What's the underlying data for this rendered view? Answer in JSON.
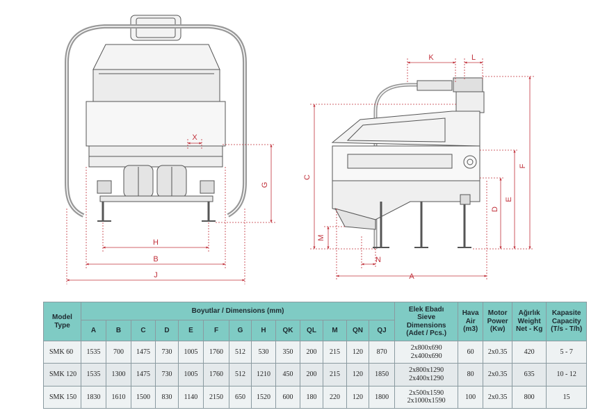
{
  "drawing": {
    "front_labels": [
      "X",
      "G",
      "H",
      "B",
      "J"
    ],
    "side_labels": [
      "K",
      "L",
      "C",
      "F",
      "E",
      "D",
      "M",
      "N",
      "A"
    ]
  },
  "table": {
    "header": {
      "model": [
        "Model",
        "Type"
      ],
      "dimensions_group": "Boyutlar / Dimensions (mm)",
      "dimension_columns": [
        "A",
        "B",
        "C",
        "D",
        "E",
        "F",
        "G",
        "H",
        "QK",
        "QL",
        "M",
        "QN",
        "QJ"
      ],
      "sieve": [
        "Elek Ebadı",
        "Sieve",
        "Dimensions",
        "(Adet / Pcs.)"
      ],
      "air": [
        "Hava",
        "Air",
        "(m3)"
      ],
      "motor": [
        "Motor",
        "Power",
        "(Kw)"
      ],
      "weight": [
        "Ağırlık",
        "Weight",
        "Net - Kg"
      ],
      "capacity": [
        "Kapasite",
        "Capacity",
        "(T/s - T/h)"
      ]
    },
    "rows": [
      {
        "model": "SMK 60",
        "dims": [
          "1535",
          "700",
          "1475",
          "730",
          "1005",
          "1760",
          "512",
          "530",
          "350",
          "200",
          "215",
          "120",
          "870"
        ],
        "sieve": [
          "2x800x690",
          "2x400x690"
        ],
        "air": "60",
        "motor": "2x0.35",
        "weight": "420",
        "capacity": "5 - 7"
      },
      {
        "model": "SMK 120",
        "dims": [
          "1535",
          "1300",
          "1475",
          "730",
          "1005",
          "1760",
          "512",
          "1210",
          "450",
          "200",
          "215",
          "120",
          "1850"
        ],
        "sieve": [
          "2x800x1290",
          "2x400x1290"
        ],
        "air": "80",
        "motor": "2x0.35",
        "weight": "635",
        "capacity": "10 - 12"
      },
      {
        "model": "SMK 150",
        "dims": [
          "1830",
          "1610",
          "1500",
          "830",
          "1140",
          "2150",
          "650",
          "1520",
          "600",
          "180",
          "220",
          "120",
          "1800"
        ],
        "sieve": [
          "2x500x1590",
          "2x1000x1590"
        ],
        "air": "100",
        "motor": "2x0.35",
        "weight": "800",
        "capacity": "15"
      }
    ]
  }
}
